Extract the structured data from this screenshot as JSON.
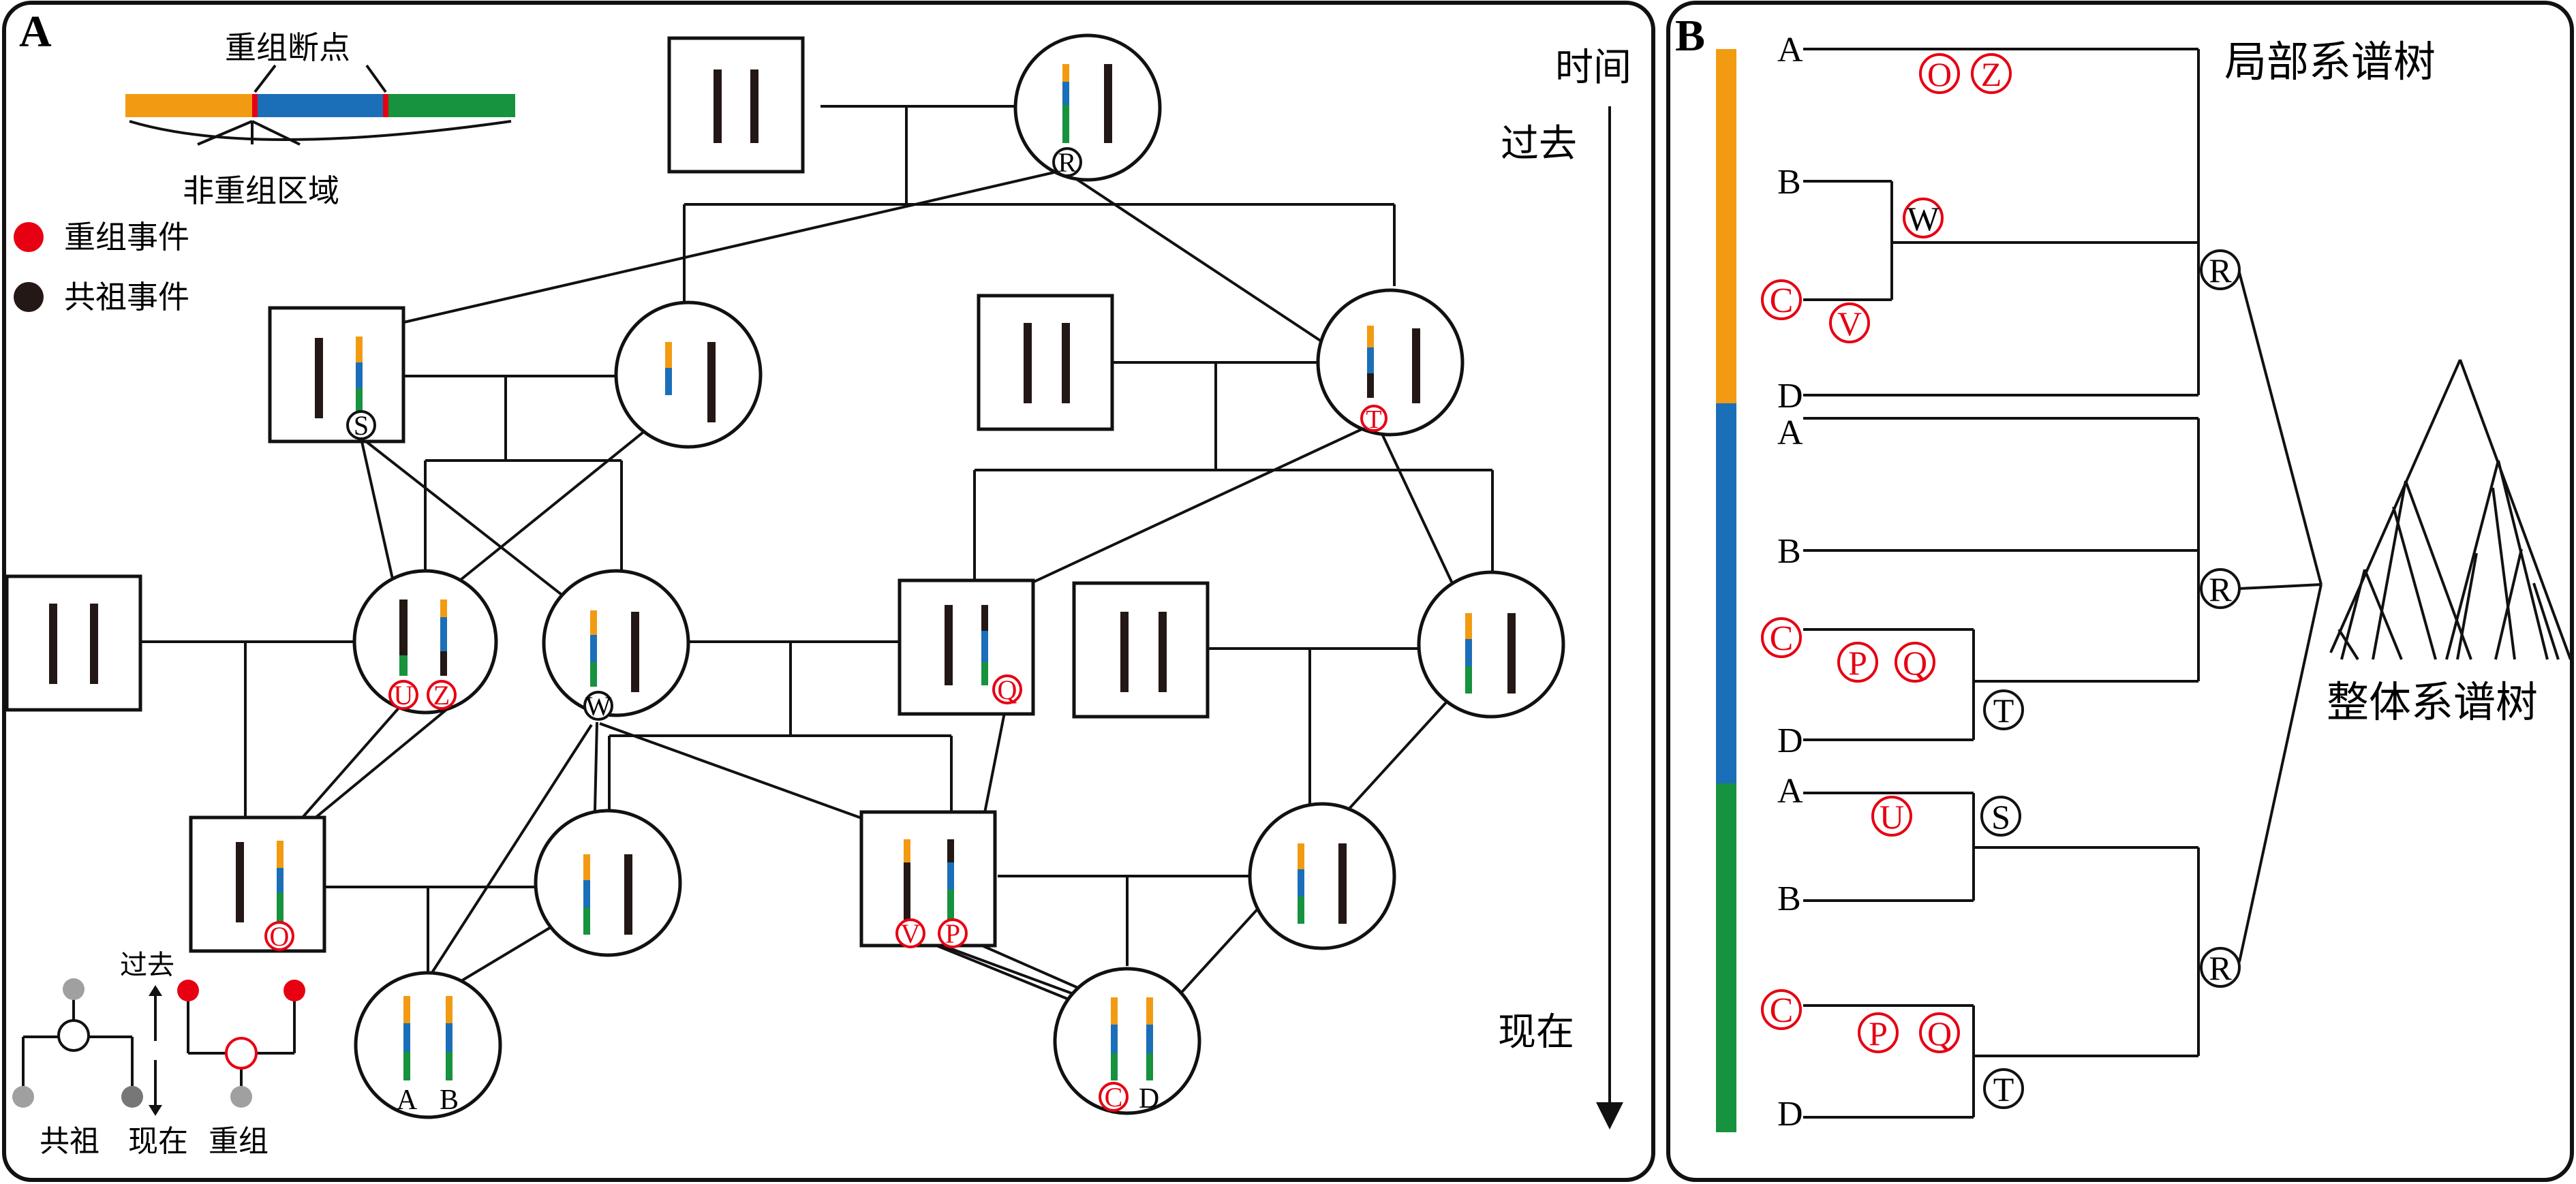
{
  "colors": {
    "orange": "#f29b12",
    "blue": "#1a6fb8",
    "green": "#17923e",
    "red": "#e60012",
    "black": "#231815",
    "gray": "#a0a0a0"
  },
  "panelA": {
    "label": "A",
    "breakpoint_label": "重组断点",
    "nonrec_label": "非重组区域",
    "legend_rec": "重组事件",
    "legend_coal": "共祖事件",
    "time_title": "时间",
    "past": "过去",
    "present": "现在",
    "mini_past": "过去",
    "mini_coal": "共祖",
    "mini_present": "现在",
    "mini_rec": "重组",
    "leaf_A": "A",
    "leaf_B": "B",
    "leaf_D": "D",
    "events": {
      "R": "R",
      "S": "S",
      "T": "T",
      "U": "U",
      "Z": "Z",
      "W": "W",
      "Q": "Q",
      "O": "O",
      "V": "V",
      "P": "P",
      "C": "C"
    }
  },
  "panelB": {
    "label": "B",
    "local_title": "局部系谱树",
    "global_title": "整体系谱树",
    "t1": {
      "leaves": [
        "A",
        "B",
        "C",
        "D"
      ],
      "marks": [
        "O",
        "Z",
        "W",
        "V"
      ],
      "root": "R"
    },
    "t2": {
      "leaves": [
        "A",
        "B",
        "C",
        "D"
      ],
      "marks": [
        "P",
        "Q",
        "T"
      ],
      "root": "R"
    },
    "t3": {
      "leaves": [
        "A",
        "B",
        "C",
        "D"
      ],
      "marks": [
        "U",
        "S",
        "P",
        "Q",
        "T"
      ],
      "root": "R"
    }
  }
}
